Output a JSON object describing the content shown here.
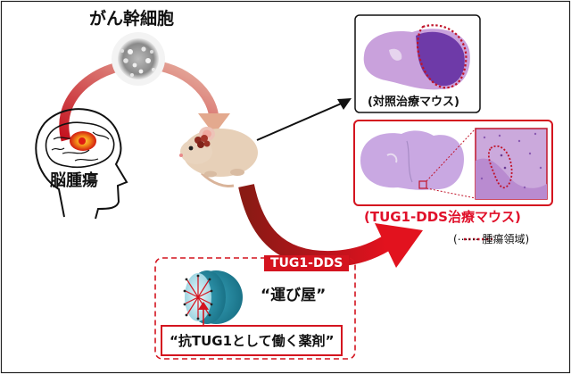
{
  "labels": {
    "cancer_stem_cells": "がん幹細胞",
    "brain_tumor": "脳腫瘍",
    "control_mouse": "(対照治療マウス)",
    "tug1_mouse": "(TUG1-DDS治療マウス)",
    "tumor_region_legend": "(⋯⋯ 腫瘍領域)",
    "tug1_dds": "TUG1-DDS",
    "carrier": "“運び屋”",
    "anti_tug1_drug": "“抗TUG1として働く薬剤”"
  },
  "colors": {
    "accent_red": "#d4141f",
    "tissue_purple": "#6e3aa8",
    "tissue_pink": "#c79ad9",
    "carrier_teal": "#1d7f96"
  }
}
